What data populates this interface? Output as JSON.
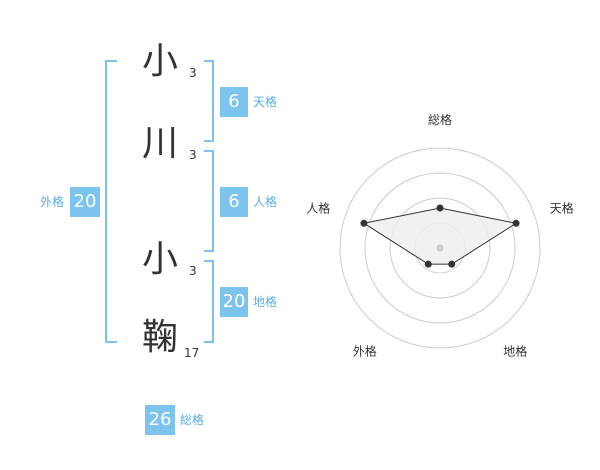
{
  "name": {
    "chars": [
      {
        "char": "小",
        "strokes": "3"
      },
      {
        "char": "川",
        "strokes": "3"
      },
      {
        "char": "小",
        "strokes": "3"
      },
      {
        "char": "鞠",
        "strokes": "17"
      }
    ]
  },
  "fortune": {
    "tenkaku": {
      "label": "天格",
      "value": "6"
    },
    "jinkaku": {
      "label": "人格",
      "value": "6"
    },
    "chikaku": {
      "label": "地格",
      "value": "20"
    },
    "gaikaku": {
      "label": "外格",
      "value": "20"
    },
    "soukaku": {
      "label": "総格",
      "value": "26"
    }
  },
  "chart_data": {
    "type": "radar",
    "axes": [
      "総格",
      "天格",
      "地格",
      "外格",
      "人格"
    ],
    "values": [
      2,
      4,
      1,
      1,
      4
    ],
    "range": [
      0,
      5
    ],
    "rings": 4,
    "grid": true,
    "colors": {
      "line": "#333333",
      "fill": "#eeeeee",
      "grid": "#cccccc",
      "center": "#cccccc"
    }
  },
  "colors": {
    "accent": "#7cc4ee",
    "label": "#5aaee0"
  }
}
